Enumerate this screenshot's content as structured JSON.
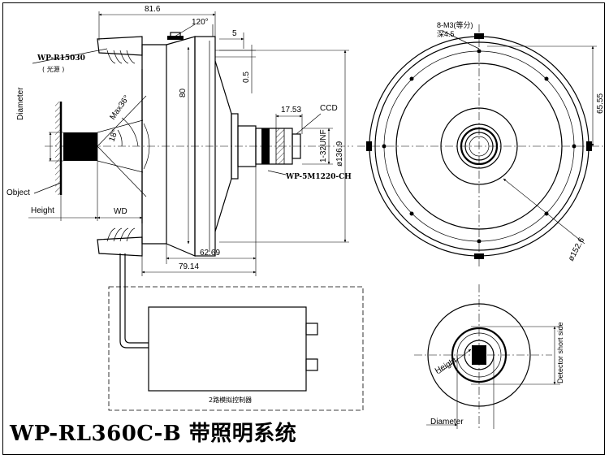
{
  "title": "WP-RL360C-B 带照明系统",
  "side_view": {
    "dim_top_width": "81.6",
    "dim_angle": "120°",
    "dim_5": "5",
    "dim_0_5": "0.5",
    "dim_80": "80",
    "dim_17_53": "17.53",
    "label_ccd": "CCD",
    "dim_thread": "1-32UNF",
    "dim_dia_136_9": "ø136.9",
    "dim_62_69": "62.69",
    "dim_79_14": "79.14",
    "label_light_source_model": "WP-R15030",
    "label_light_source": "( 光源 )",
    "label_camera_model": "WP-5M1220-CH",
    "label_diameter": "Diameter",
    "label_max": "Max36°",
    "label_angle_18": "18°",
    "label_object": "Object",
    "label_height": "Height",
    "label_wd": "WD",
    "label_controller": "2路模拟控制器"
  },
  "front_view": {
    "label_holes": "8-M3(等分)",
    "label_depth": "深4.5",
    "dim_65_55": "65.55",
    "dim_dia_152_6": "ø152.6"
  },
  "detector_view": {
    "label_height": "Height",
    "label_detector_short_side": "Detector short side",
    "label_diameter": "Diameter"
  }
}
